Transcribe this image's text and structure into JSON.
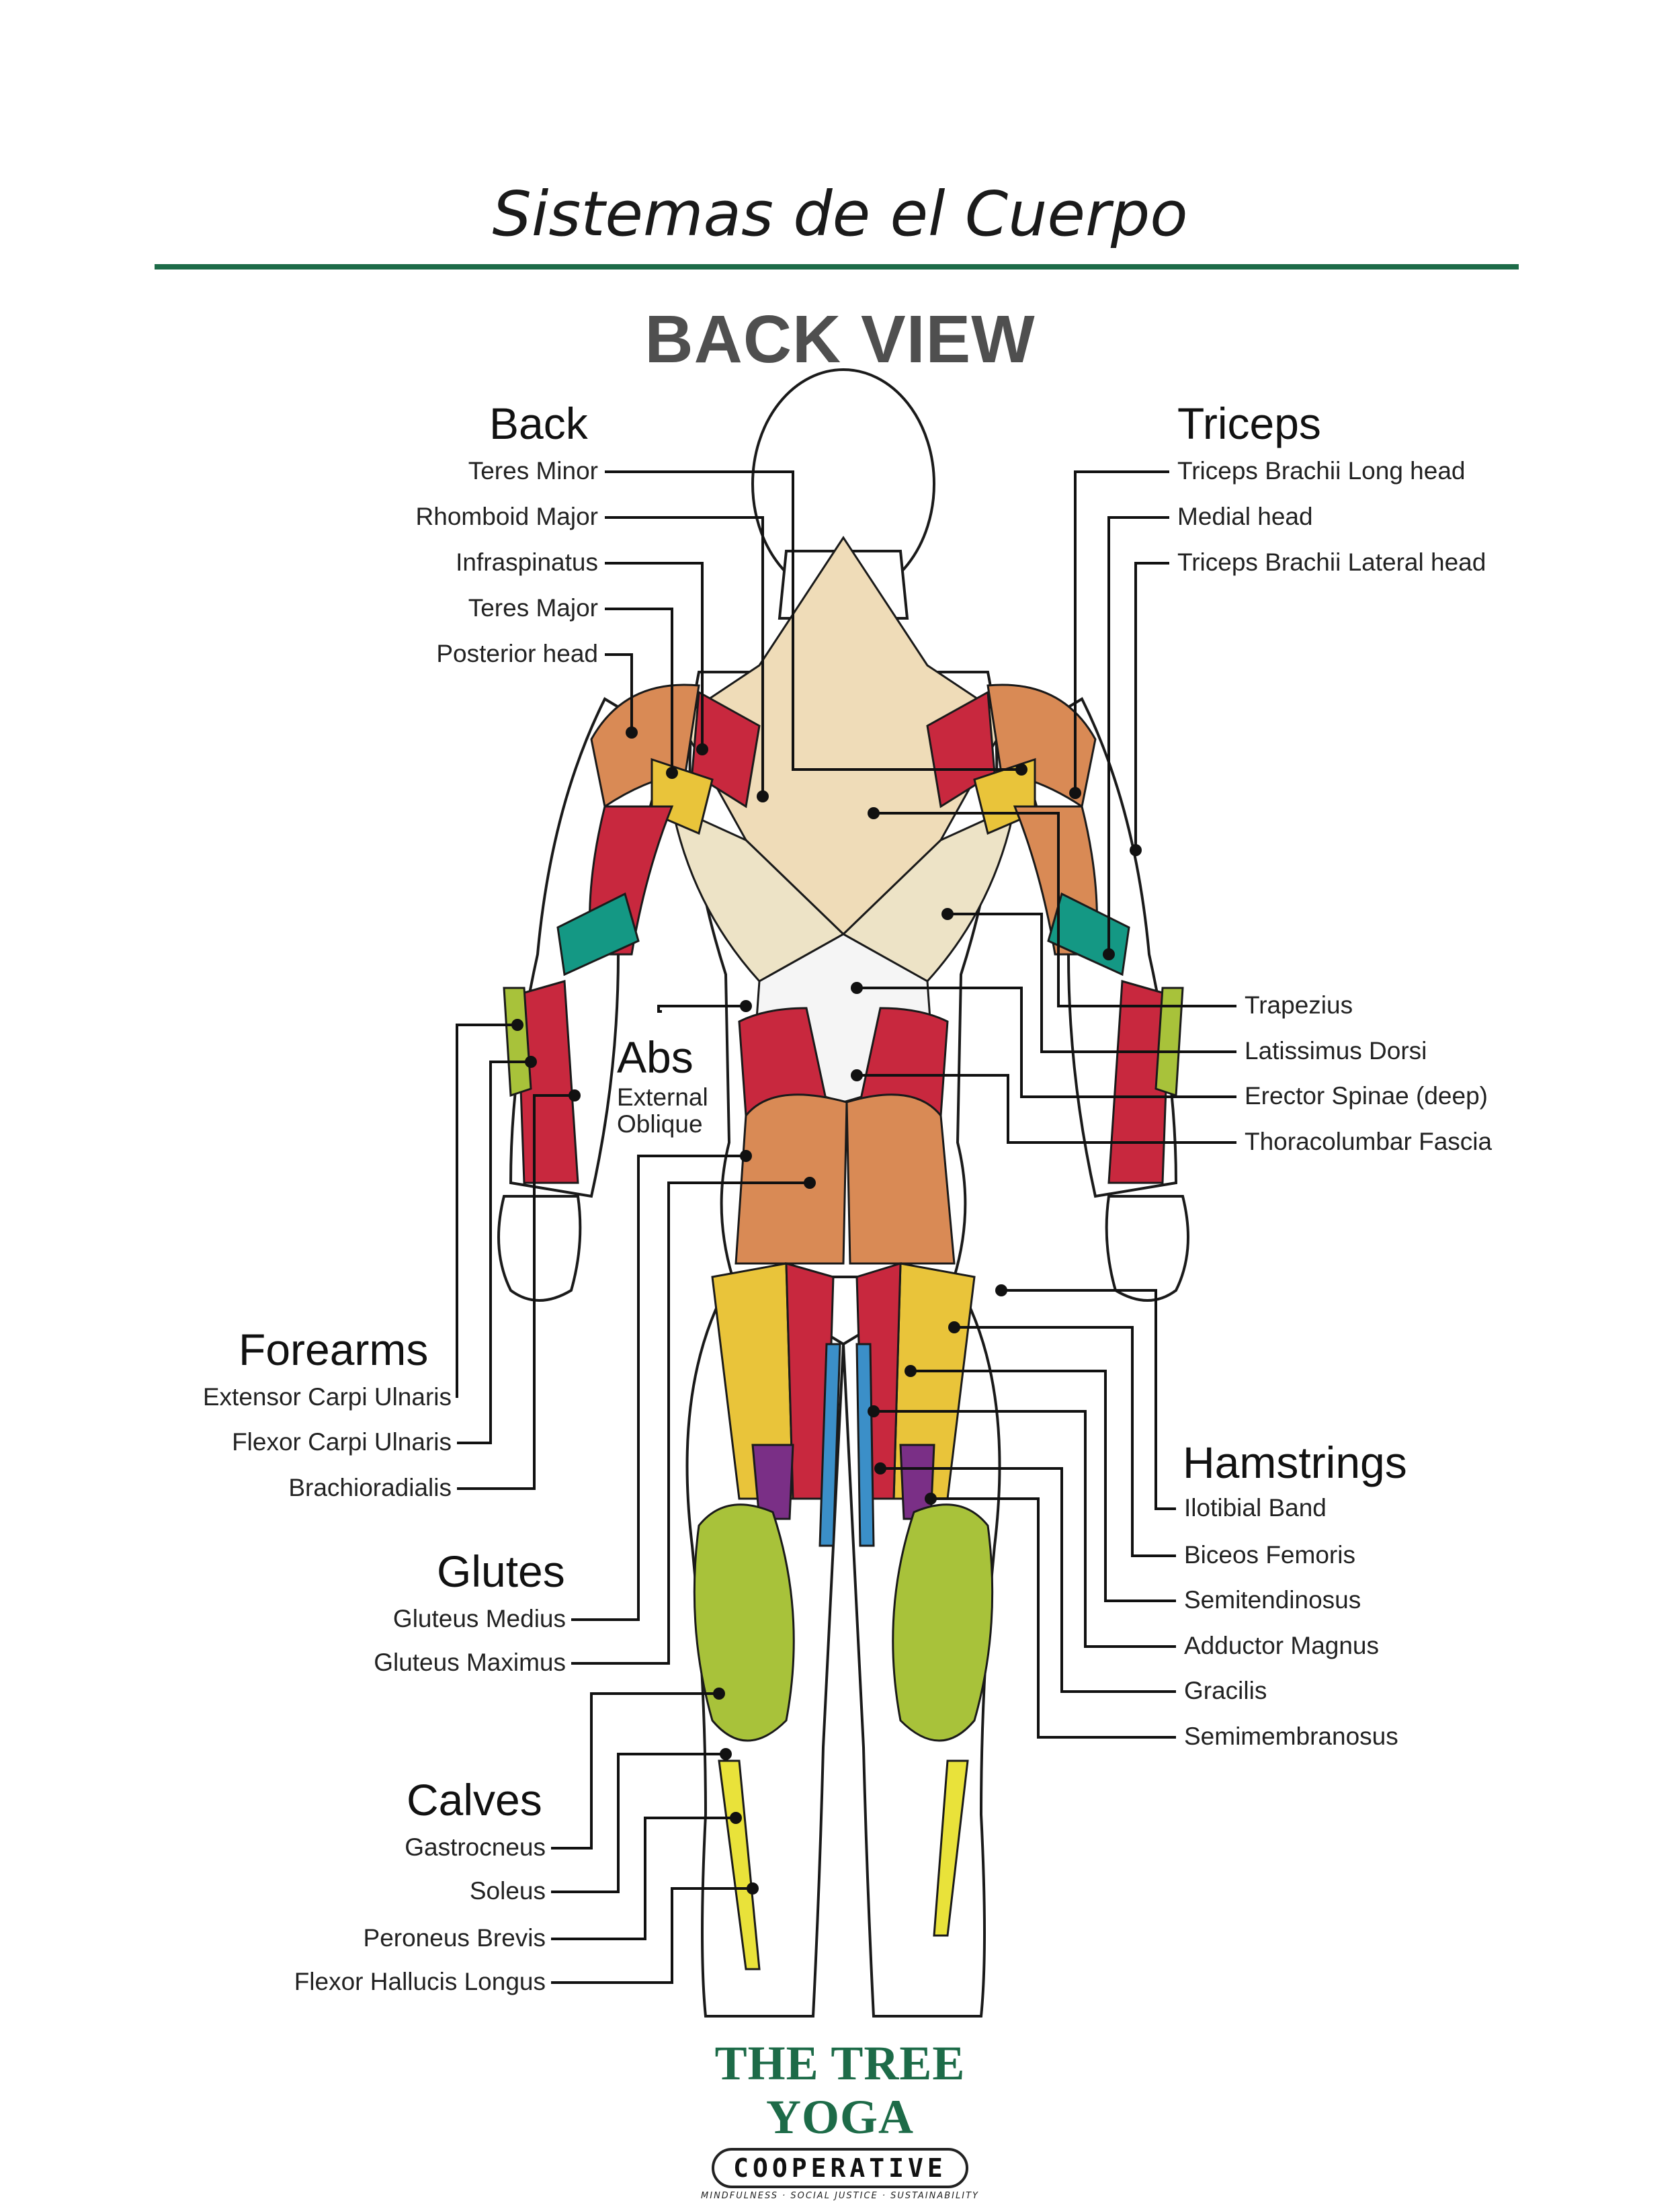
{
  "page": {
    "title": "Sistemas de el Cuerpo",
    "subtitle": "BACK VIEW"
  },
  "groups": {
    "back": {
      "title": "Back",
      "items": [
        "Teres Minor",
        "Rhomboid Major",
        "Infraspinatus",
        "Teres Major",
        "Posterior head"
      ]
    },
    "triceps": {
      "title": "Triceps",
      "items": [
        "Triceps Brachii Long head",
        "Medial head",
        "Triceps Brachii Lateral head"
      ]
    },
    "torso": {
      "items": [
        "Trapezius",
        "Latissimus Dorsi",
        "Erector Spinae (deep)",
        "Thoracolumbar Fascia"
      ]
    },
    "abs": {
      "title": "Abs",
      "subtitle_line1": "External",
      "subtitle_line2": "Oblique"
    },
    "forearms": {
      "title": "Forearms",
      "items": [
        "Extensor Carpi Ulnaris",
        "Flexor Carpi Ulnaris",
        "Brachioradialis"
      ]
    },
    "glutes": {
      "title": "Glutes",
      "items": [
        "Gluteus Medius",
        "Gluteus Maximus"
      ]
    },
    "hamstrings": {
      "title": "Hamstrings",
      "items": [
        "Ilotibial Band",
        "Biceos Femoris",
        "Semitendinosus",
        "Adductor Magnus",
        "Gracilis",
        "Semimembranosus"
      ]
    },
    "calves": {
      "title": "Calves",
      "items": [
        "Gastrocneus",
        "Soleus",
        "Peroneus Brevis",
        "Flexor Hallucis Longus"
      ]
    }
  },
  "logo": {
    "line1": "THE TREE YOGA",
    "line2": "COOPERATIVE",
    "tagline": "MINDFULNESS · SOCIAL JUSTICE · SUSTAINABILITY"
  },
  "colors": {
    "rule": "#1d6b48",
    "logo_green": "#1d6b48",
    "beige": "#efdcb8",
    "orange": "#d98a55",
    "crimson": "#c8283e",
    "yellow": "#e9c43a",
    "teal": "#149884",
    "olive": "#a8c23a",
    "purple": "#7a2f86",
    "blue": "#3b8fc8",
    "fascia": "#f5f5f5"
  }
}
